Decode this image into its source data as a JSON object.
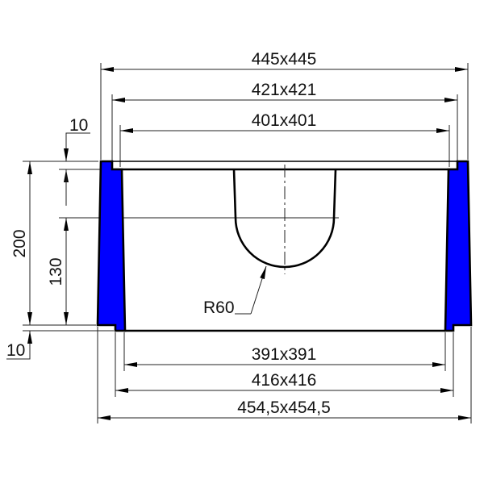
{
  "drawing": {
    "title": "Cross-section of square well ring with lid",
    "colors": {
      "wall_fill": "#0000ff",
      "line": "#000000",
      "background": "#ffffff"
    },
    "top_dimensions": [
      {
        "label": "445x445"
      },
      {
        "label": "421x421"
      },
      {
        "label": "401x401"
      }
    ],
    "bottom_dimensions": [
      {
        "label": "391x391"
      },
      {
        "label": "416x416"
      },
      {
        "label": "454,5x454,5"
      }
    ],
    "left_dimensions": {
      "total_height": "200",
      "inner_height": "130",
      "top_lip": "10",
      "bottom_step": "10"
    },
    "radius_label": "R60"
  }
}
